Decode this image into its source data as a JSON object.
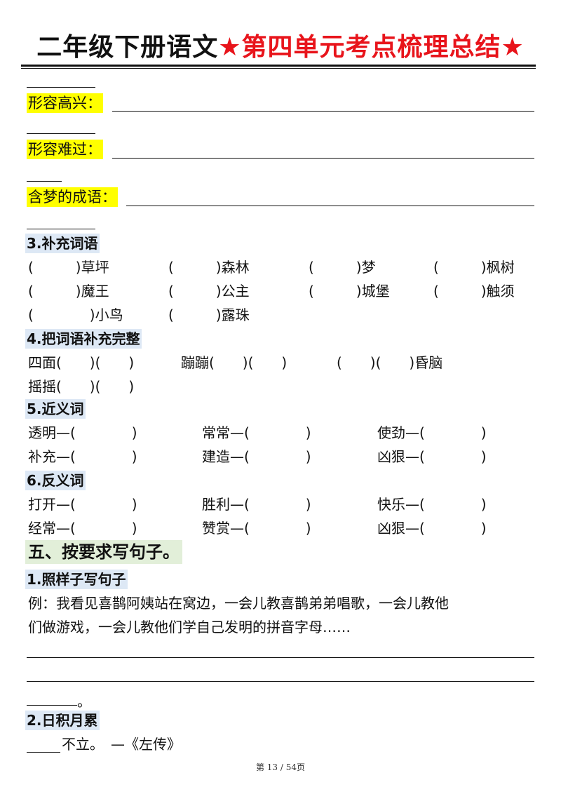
{
  "title": {
    "part1": "二年级下册语文",
    "part2": "★第四单元考点梳理总结★"
  },
  "fill_lines": [
    {
      "label": "形容高兴："
    },
    {
      "label": "形容难过："
    },
    {
      "label": "含梦的成语："
    }
  ],
  "s3": {
    "heading": "3.补充词语",
    "rows": [
      [
        "(　　　)草坪",
        "(　　　)森林",
        "(　　　)梦",
        "(　　　)枫树"
      ],
      [
        "(　　　)魔王",
        "(　　　)公主",
        "(　　　)城堡",
        "(　　　)触须"
      ],
      [
        "(　　　　)小鸟",
        "(　　　)露珠"
      ]
    ]
  },
  "s4": {
    "heading": "4.把词语补充完整",
    "row1": [
      "四面(　　)(　　)",
      "蹦蹦(　　)(　　)",
      "(　　)(　　)昏脑"
    ],
    "row2": [
      "摇摇(　　)(　　)"
    ]
  },
  "s5": {
    "heading": "5.近义词",
    "rows": [
      [
        "透明—(　　　　)",
        "常常—(　　　　)",
        "使劲—(　　　　)"
      ],
      [
        "补充—(　　　　)",
        "建造—(　　　　)",
        "凶狠—(　　　　)"
      ]
    ]
  },
  "s6": {
    "heading": "6.反义词",
    "rows": [
      [
        "打开—(　　　　)",
        "胜利—(　　　　)",
        "快乐—(　　　　)"
      ],
      [
        "经常—(　　　　)",
        "赞赏—(　　　　)",
        "凶狠—(　　　　)"
      ]
    ]
  },
  "s_five": {
    "heading": "五、按要求写句子。"
  },
  "sub1": {
    "heading": "1.照样子写句子",
    "example_line1": "例：我看见喜鹊阿姨站在窝边，一会儿教喜鹊弟弟唱歌，一会儿教他",
    "example_line2": "们做游戏，一会儿教他们学自己发明的拼音字母……",
    "end_mark": "。"
  },
  "sub2": {
    "heading": "2.日积月累",
    "line": "不立。　—《左传》"
  },
  "footer": "第 13 / 54页"
}
